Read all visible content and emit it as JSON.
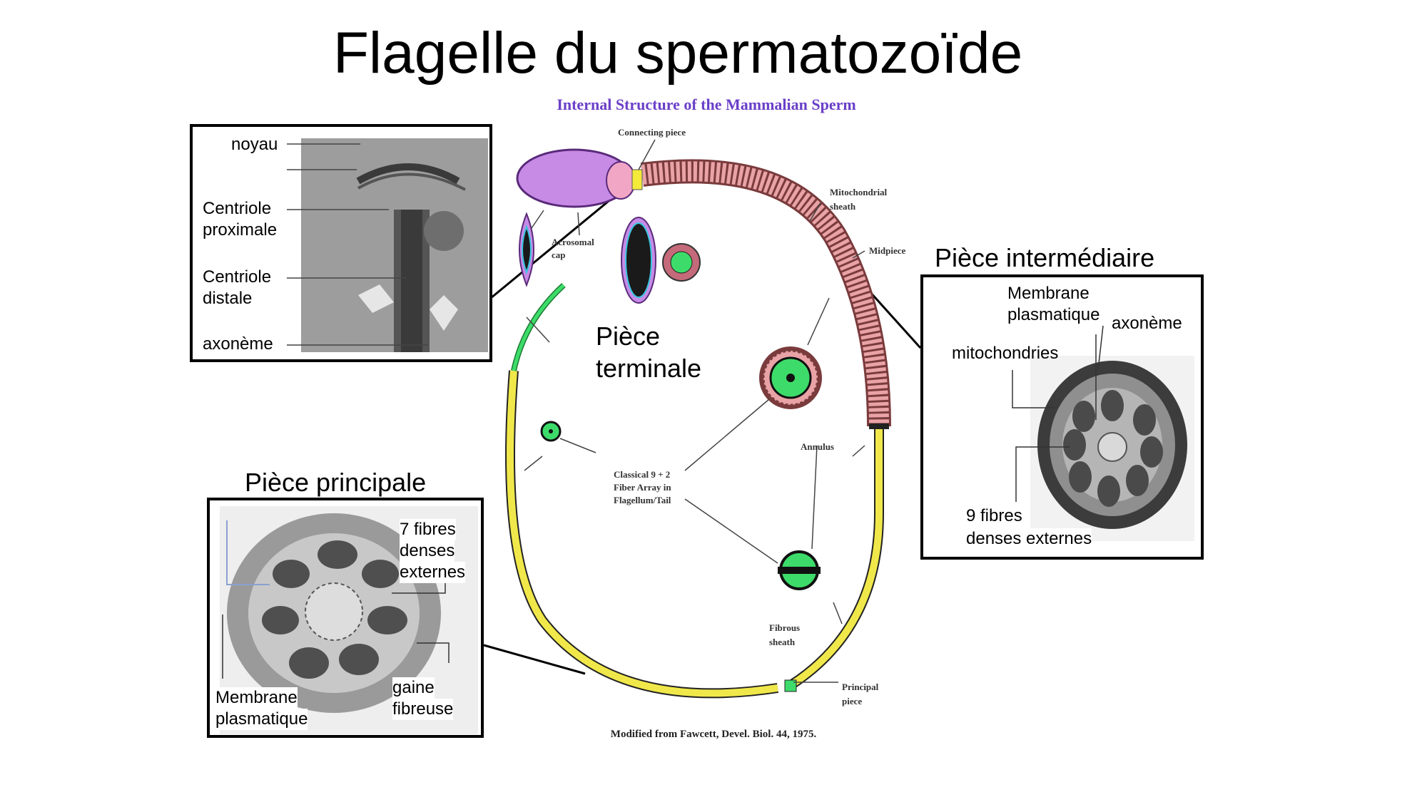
{
  "title": "Flagelle du spermatozoïde",
  "figure": {
    "caption": "Internal Structure of the Mammalian Sperm",
    "credit": "Modified from Fawcett, Devel. Biol. 44, 1975.",
    "labels": {
      "connecting_piece": "Connecting piece",
      "mito_sheath_1": "Mitochondrial",
      "mito_sheath_2": "sheath",
      "midpiece": "Midpiece",
      "acrosomal_1": "Acrosomal",
      "acrosomal_2": "cap",
      "annulus": "Annulus",
      "classical_1": "Classical 9 + 2",
      "classical_2": "Fiber Array in",
      "classical_3": "Flagellum/Tail",
      "fibrous_1": "Fibrous",
      "fibrous_2": "sheath",
      "principal_1": "Principal",
      "principal_2": "piece"
    }
  },
  "section_labels": {
    "piece_terminale_1": "Pièce",
    "piece_terminale_2": "terminale",
    "piece_intermediaire": "Pièce intermédiaire",
    "piece_principale": "Pièce principale"
  },
  "panel_top_left": {
    "noyau": "noyau",
    "centriole_proximale_1": "Centriole",
    "centriole_proximale_2": "proximale",
    "centriole_distale_1": "Centriole",
    "centriole_distale_2": "distale",
    "axoneme": "axonème"
  },
  "panel_right": {
    "membrane_1": "Membrane",
    "membrane_2": "plasmatique",
    "axoneme": "axonème",
    "mitochondries": "mitochondries",
    "fibres_1": "9 fibres",
    "fibres_2": "denses externes"
  },
  "panel_bottom_left": {
    "fibres_1": "7 fibres",
    "fibres_2": "denses",
    "fibres_3": "externes",
    "membrane_1": "Membrane",
    "membrane_2": "plasmatique",
    "gaine_1": "gaine",
    "gaine_2": "fibreuse"
  },
  "colors": {
    "head": "#c78be6",
    "head_dark": "#9a5bc0",
    "midpiece": "#e9a3a6",
    "tail": "#f0e84a",
    "axoneme_green": "#3ddc6a",
    "caption": "#6a3fc8"
  }
}
